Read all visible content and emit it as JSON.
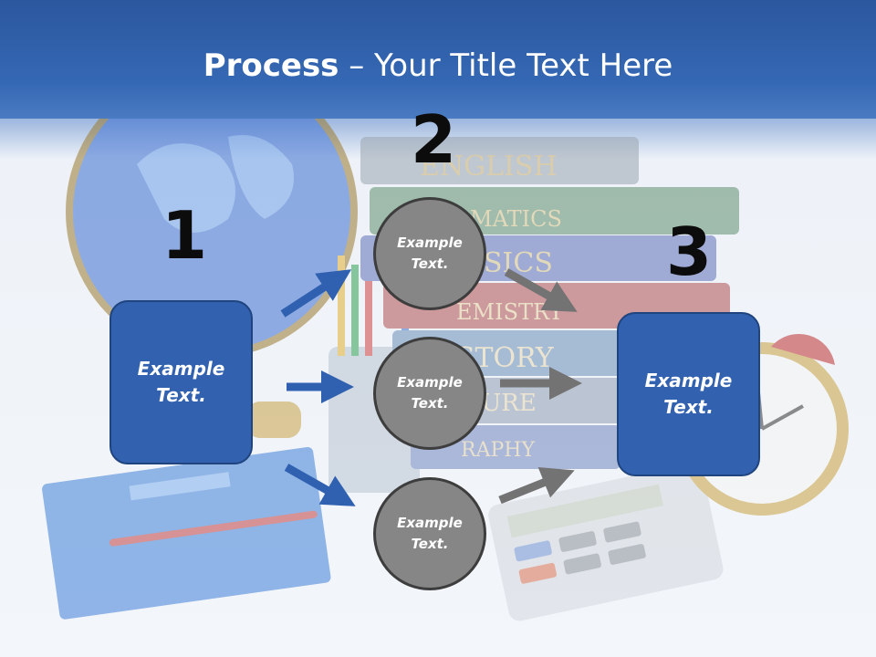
{
  "title": {
    "bold": "Process",
    "rest": " – Your Title Text Here"
  },
  "steps": [
    {
      "number": "1"
    },
    {
      "number": "2"
    },
    {
      "number": "3"
    }
  ],
  "left_box": {
    "line1": "Example",
    "line2": "Text."
  },
  "right_box": {
    "line1": "Example",
    "line2": "Text."
  },
  "circles": [
    {
      "line1": "Example",
      "line2": "Text."
    },
    {
      "line1": "Example",
      "line2": "Text."
    },
    {
      "line1": "Example",
      "line2": "Text."
    }
  ],
  "background_words": [
    "ENGLISH",
    "MATICS",
    "SICS",
    "EMISTRY",
    "STORY",
    "TURE",
    "RAPHY"
  ],
  "colors": {
    "header": "#3266b3",
    "box": "#3261b0",
    "circle": "#868686",
    "blue_arrow": "#3060b0",
    "gray_arrow": "#737373"
  }
}
